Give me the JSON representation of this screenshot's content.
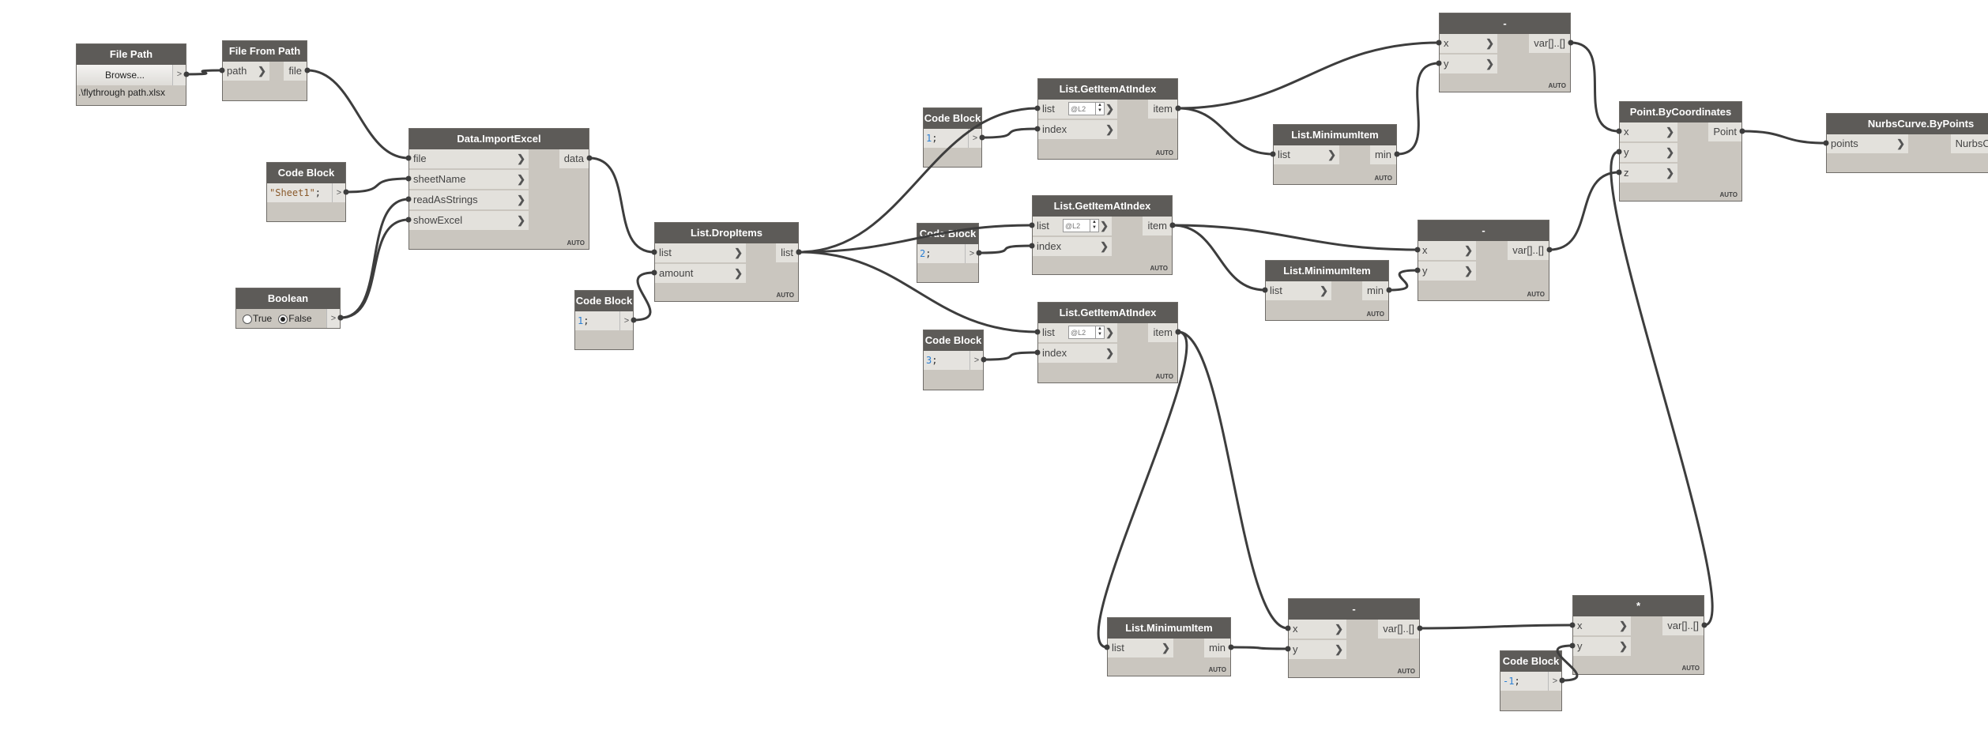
{
  "canvas": {
    "wire_color": "#3d3d3d",
    "header_color": "#5d5b58",
    "body_color": "#cac6bf"
  },
  "nodes": [
    {
      "id": "filepath",
      "type": "filepath",
      "title": "File Path",
      "button": "Browse...",
      "value": ".\\flythrough path.xlsx",
      "output": ">"
    },
    {
      "id": "ffp",
      "type": "func",
      "title": "File From Path",
      "inputs": [
        "path"
      ],
      "outputs": [
        "file"
      ]
    },
    {
      "id": "cb_sheet",
      "type": "code",
      "title": "Code Block",
      "code": "\"Sheet1\"",
      "code_kind": "str",
      "semi": ";",
      "output": ">"
    },
    {
      "id": "bool",
      "type": "bool",
      "title": "Boolean",
      "options": [
        "True",
        "False"
      ],
      "selected": "False",
      "output": ">"
    },
    {
      "id": "import",
      "type": "func",
      "title": "Data.ImportExcel",
      "inputs": [
        "file",
        "sheetName",
        "readAsStrings",
        "showExcel"
      ],
      "outputs": [
        "data"
      ],
      "lacing": "AUTO"
    },
    {
      "id": "cb_amount",
      "type": "code",
      "title": "Code Block",
      "code": "1",
      "code_kind": "num",
      "semi": ";",
      "output": ">"
    },
    {
      "id": "drop",
      "type": "func",
      "title": "List.DropItems",
      "inputs": [
        "list",
        "amount"
      ],
      "outputs": [
        "list"
      ],
      "lacing": "AUTO"
    },
    {
      "id": "cb1",
      "type": "code",
      "title": "Code Block",
      "code": "1",
      "code_kind": "num",
      "semi": ";",
      "output": ">"
    },
    {
      "id": "gia_a",
      "type": "func",
      "title": "List.GetItemAtIndex",
      "inputs": [
        "list",
        "index"
      ],
      "outputs": [
        "item"
      ],
      "lacing": "AUTO",
      "list_level": "@L2"
    },
    {
      "id": "cb2",
      "type": "code",
      "title": "Code Block",
      "code": "2",
      "code_kind": "num",
      "semi": ";",
      "output": ">"
    },
    {
      "id": "gia_b",
      "type": "func",
      "title": "List.GetItemAtIndex",
      "inputs": [
        "list",
        "index"
      ],
      "outputs": [
        "item"
      ],
      "lacing": "AUTO",
      "list_level": "@L2"
    },
    {
      "id": "cb3",
      "type": "code",
      "title": "Code Block",
      "code": "3",
      "code_kind": "num",
      "semi": ";",
      "output": ">"
    },
    {
      "id": "gia_c",
      "type": "func",
      "title": "List.GetItemAtIndex",
      "inputs": [
        "list",
        "index"
      ],
      "outputs": [
        "item"
      ],
      "lacing": "AUTO",
      "list_level": "@L2"
    },
    {
      "id": "min_a",
      "type": "func",
      "title": "List.MinimumItem",
      "inputs": [
        "list"
      ],
      "outputs": [
        "min"
      ],
      "lacing": "AUTO"
    },
    {
      "id": "sub_a",
      "type": "func",
      "title": "-",
      "inputs": [
        "x",
        "y"
      ],
      "outputs": [
        "var[]..[]"
      ],
      "lacing": "AUTO"
    },
    {
      "id": "min_b",
      "type": "func",
      "title": "List.MinimumItem",
      "inputs": [
        "list"
      ],
      "outputs": [
        "min"
      ],
      "lacing": "AUTO"
    },
    {
      "id": "sub_b",
      "type": "func",
      "title": "-",
      "inputs": [
        "x",
        "y"
      ],
      "outputs": [
        "var[]..[]"
      ],
      "lacing": "AUTO"
    },
    {
      "id": "point",
      "type": "func",
      "title": "Point.ByCoordinates",
      "inputs": [
        "x",
        "y",
        "z"
      ],
      "outputs": [
        "Point"
      ],
      "lacing": "AUTO"
    },
    {
      "id": "nurbs",
      "type": "func",
      "title": "NurbsCurve.ByPoints",
      "inputs": [
        "points"
      ],
      "outputs": [
        "NurbsCurve"
      ],
      "lacing": "AUTO"
    },
    {
      "id": "min_c",
      "type": "func",
      "title": "List.MinimumItem",
      "inputs": [
        "list"
      ],
      "outputs": [
        "min"
      ],
      "lacing": "AUTO"
    },
    {
      "id": "sub_c",
      "type": "func",
      "title": "-",
      "inputs": [
        "x",
        "y"
      ],
      "outputs": [
        "var[]..[]"
      ],
      "lacing": "AUTO"
    },
    {
      "id": "mul",
      "type": "func",
      "title": "*",
      "inputs": [
        "x",
        "y"
      ],
      "outputs": [
        "var[]..[]"
      ],
      "lacing": "AUTO"
    },
    {
      "id": "cb_neg",
      "type": "code",
      "title": "Code Block",
      "code": "-1",
      "code_kind": "num",
      "semi": ";",
      "output": ">"
    }
  ],
  "wires": [
    [
      "filepath",
      0,
      "ffp",
      0
    ],
    [
      "ffp",
      0,
      "import",
      0
    ],
    [
      "cb_sheet",
      0,
      "import",
      1
    ],
    [
      "bool",
      0,
      "import",
      2
    ],
    [
      "bool",
      0,
      "import",
      3
    ],
    [
      "import",
      0,
      "drop",
      0
    ],
    [
      "cb_amount",
      0,
      "drop",
      1
    ],
    [
      "drop",
      0,
      "gia_a",
      0
    ],
    [
      "drop",
      0,
      "gia_b",
      0
    ],
    [
      "drop",
      0,
      "gia_c",
      0
    ],
    [
      "cb1",
      0,
      "gia_a",
      1
    ],
    [
      "cb2",
      0,
      "gia_b",
      1
    ],
    [
      "cb3",
      0,
      "gia_c",
      1
    ],
    [
      "gia_a",
      0,
      "min_a",
      0
    ],
    [
      "gia_a",
      0,
      "sub_a",
      0
    ],
    [
      "min_a",
      0,
      "sub_a",
      1
    ],
    [
      "gia_b",
      0,
      "min_b",
      0
    ],
    [
      "gia_b",
      0,
      "sub_b",
      0
    ],
    [
      "min_b",
      0,
      "sub_b",
      1
    ],
    [
      "gia_c",
      0,
      "min_c",
      0
    ],
    [
      "gia_c",
      0,
      "sub_c",
      0
    ],
    [
      "min_c",
      0,
      "sub_c",
      1
    ],
    [
      "sub_c",
      0,
      "mul",
      0
    ],
    [
      "cb_neg",
      0,
      "mul",
      1
    ],
    [
      "sub_a",
      0,
      "point",
      0
    ],
    [
      "mul",
      0,
      "point",
      1
    ],
    [
      "sub_b",
      0,
      "point",
      2
    ],
    [
      "point",
      0,
      "nurbs",
      0
    ]
  ]
}
